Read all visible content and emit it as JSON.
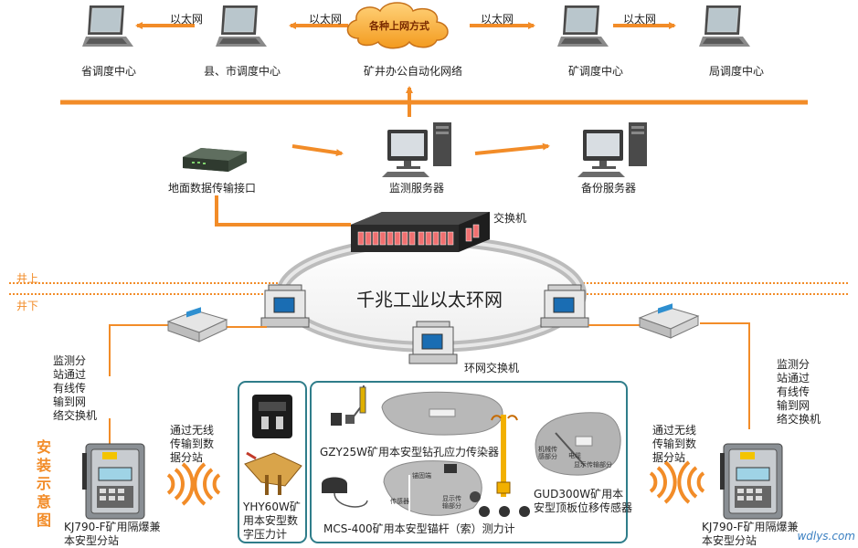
{
  "colors": {
    "accent": "#f28c28",
    "frame": "#2f7d8a",
    "ring": "#b9b9b9"
  },
  "top_row": {
    "nodes": [
      {
        "label": "省调度中心"
      },
      {
        "label": "县、市调度中心"
      },
      {
        "label": "矿井办公自动化网络"
      },
      {
        "label": "矿调度中心"
      },
      {
        "label": "局调度中心"
      }
    ],
    "cloud_label": "各种上网方式",
    "link_labels": [
      "以太网",
      "以太网",
      "以太网",
      "以太网"
    ]
  },
  "middle_row": {
    "ground_interface": "地面数据传输接口",
    "monitor_server": "监测服务器",
    "backup_server": "备份服务器",
    "switch": "交换机"
  },
  "ring": {
    "label": "千兆工业以太环网",
    "ring_switch": "环网交换机"
  },
  "levels": {
    "above": "井上",
    "below": "井下"
  },
  "side_label": "安装示意图",
  "left": {
    "wired_note": "监测分\n站通过\n有线传\n输到网\n络交换机",
    "wireless_note": "通过无线\n传输到数\n据分站",
    "substation": "KJ790-F矿用隔爆兼\n本安型分站"
  },
  "right": {
    "wired_note": "监测分\n站通过\n有线传\n输到网\n络交换机",
    "wireless_note": "通过无线\n传输到数\n据分站",
    "substation": "KJ790-F矿用隔爆兼\n本安型分站"
  },
  "sensors": {
    "pressure_gauge": "YHY60W矿\n用本安型数\n字压力计",
    "drill_stress": "GZY25W矿用本安型钻孔应力传染器",
    "roof_sensor": "GUD300W矿用本\n安型顶板位移传感器",
    "anchor_meter": "MCS-400矿用本安型锚杆（索）测力计"
  },
  "diagram_small_labels": {
    "anchor_end": "锚固端",
    "sensor_a": "传感器",
    "display_a": "显示传\n输部分",
    "mech_a": "机械传\n感部分",
    "cable": "电缆",
    "display_b": "显示传输部分"
  },
  "watermark": "wdlys.com"
}
